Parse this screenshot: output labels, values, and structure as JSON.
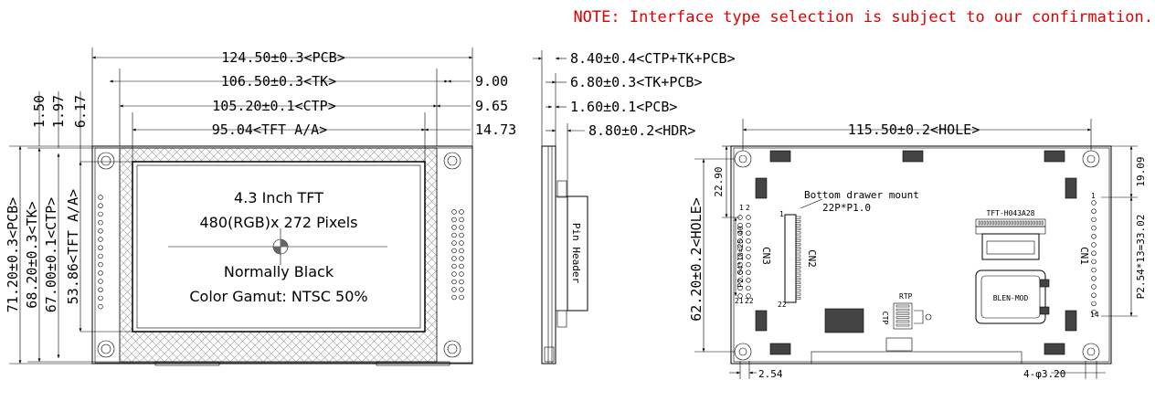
{
  "note": "NOTE: Interface type selection is subject to our confirmation.",
  "front": {
    "dims": {
      "pcb_w": "124.50±0.3<PCB>",
      "tk_w": "106.50±0.3<TK>",
      "ctp_w": "105.20±0.1<CTP>",
      "tft_w": "95.04<TFT A/A>",
      "off_900": "9.00",
      "off_965": "9.65",
      "off_1473": "14.73",
      "pcb_h": "71.20±0.3<PCB>",
      "tk_h": "68.20±0.3<TK>",
      "ctp_h": "67.00±0.1<CTP>",
      "tft_h": "53.86<TFT A/A>",
      "v_150": "1.50",
      "v_197": "1.97",
      "v_617": "6.17"
    },
    "screen": {
      "line1": "4.3 Inch TFT",
      "line2": "480(RGB)x 272 Pixels",
      "line3": "Normally Black",
      "line4": "Color Gamut: NTSC 50%"
    }
  },
  "side": {
    "dims": {
      "ctp_tk_pcb": "8.40±0.4<CTP+TK+PCB>",
      "tk_pcb": "6.80±0.3<TK+PCB>",
      "pcb_t": "1.60±0.1<PCB>",
      "hdr": "8.80±0.2<HDR>"
    },
    "pin_header": "Pin Header"
  },
  "back": {
    "dims": {
      "hole_w": "115.50±0.2<HOLE>",
      "hole_h": "62.20±0.2<HOLE>",
      "v_2290": "22.90",
      "v_1909": "19.09",
      "pitch_left": "P2.54*10=25.40",
      "pitch_right": "P2.54*13=33.02",
      "h_254": "2.54",
      "holes": "4-φ3.20"
    },
    "labels": {
      "drawer1": "Bottom drawer mount",
      "drawer2": "22P*P1.0",
      "model": "TFT-H043A28",
      "cn1": "CN1",
      "cn2": "CN2",
      "cn3": "CN3",
      "blen": "BLEN-MOD",
      "rtp": "RTP",
      "ctp": "CTP",
      "p1": "1",
      "p2": "2",
      "p21": "21",
      "p22": "22",
      "p1b": "1",
      "p22b": "22",
      "p1r": "1",
      "p14r": "14"
    }
  }
}
